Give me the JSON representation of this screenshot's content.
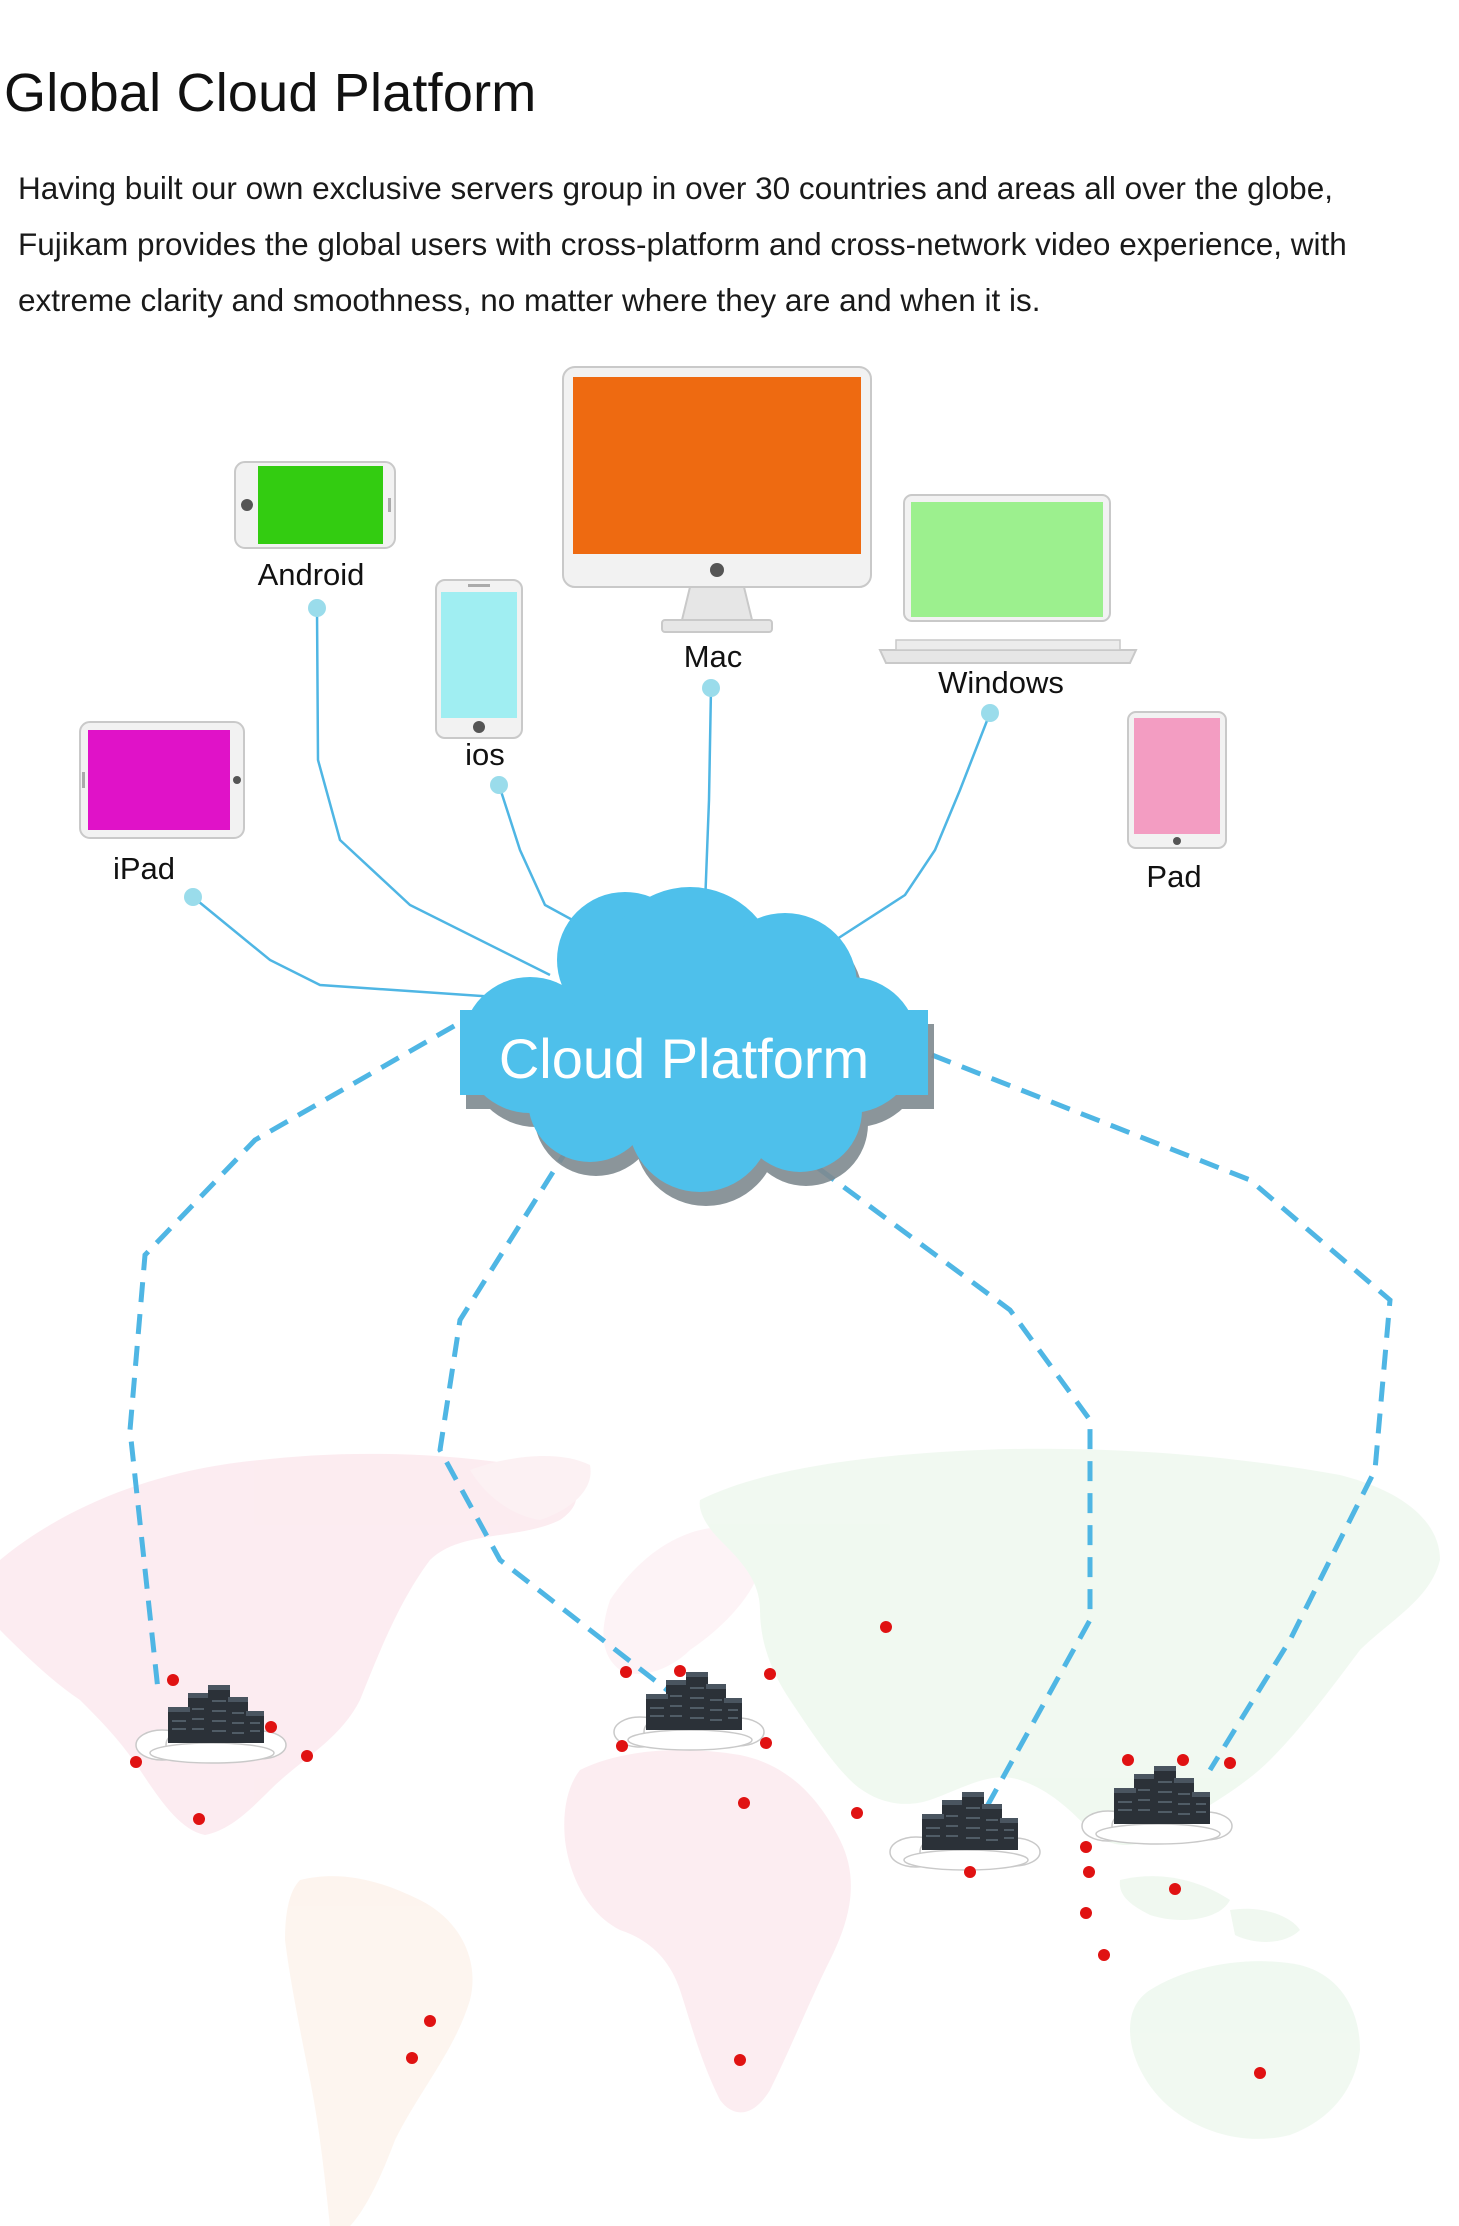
{
  "title": "Global Cloud Platform",
  "intro": "Having built our own exclusive servers group in over 30 countries and areas all over the globe, Fujikam provides the global users with cross-platform and cross-network video experience, with extreme clarity and smoothness, no matter where they are and when it is.",
  "cloud_label": "Cloud Platform",
  "devices": [
    {
      "label": "Android",
      "color": "#33CC11"
    },
    {
      "label": "ios",
      "color": "#A0EEF2"
    },
    {
      "label": "Mac",
      "color": "#EE6A11"
    },
    {
      "label": "Windows",
      "color": "#9CF08E"
    },
    {
      "label": "iPad",
      "color": "#E012C8"
    },
    {
      "label": "Pad",
      "color": "#F39DC2"
    }
  ],
  "colors": {
    "cloud": "#4EC0EB",
    "link": "#4FB6E4",
    "connector_dot": "#9ADCEB",
    "city_dot": "#E01212",
    "server": "#2B3138"
  },
  "icons": [
    "server-cluster-icon",
    "world-map",
    "cloud-icon"
  ]
}
